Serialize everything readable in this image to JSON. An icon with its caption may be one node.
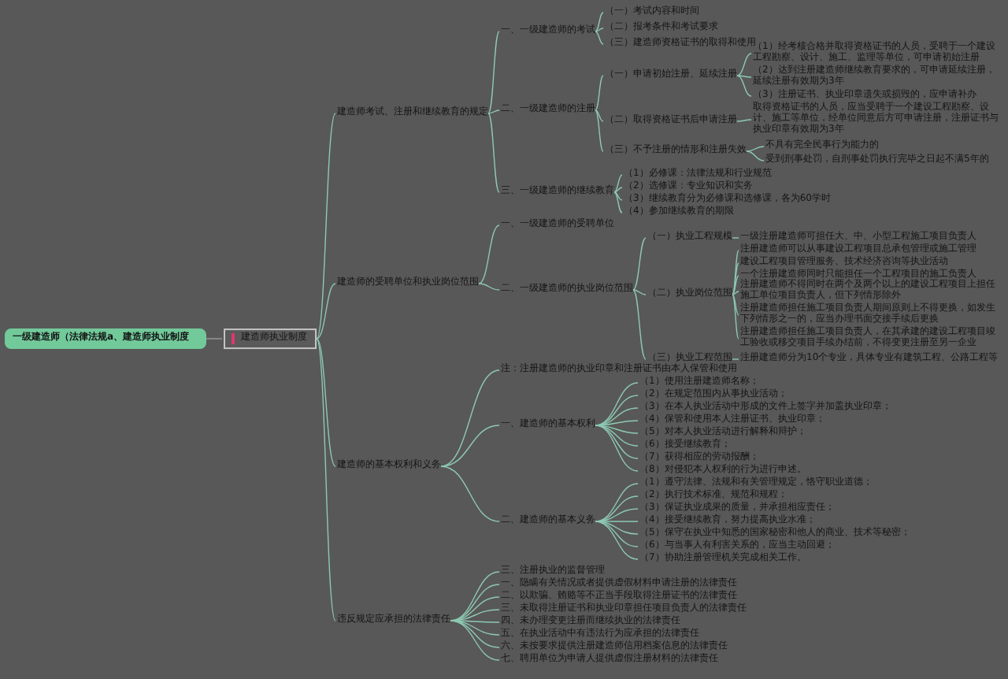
{
  "diagram": {
    "nodes": [
      {
        "text": [
          "一级建造师（法律法规a、建造师执业制度"
        ]
      },
      {
        "text": [
          "建造师执业制度"
        ]
      },
      {
        "text": [
          "建造师考试、注册和继续教育的规定"
        ]
      },
      {
        "text": [
          "一、一级建造师的考试"
        ]
      },
      {
        "text": [
          "（一）考试内容和时间"
        ]
      },
      {
        "text": [
          "（二）报考条件和考试要求"
        ]
      },
      {
        "text": [
          "（三）建造师资格证书的取得和使用"
        ]
      },
      {
        "text": [
          "二、一级建造师的注册"
        ]
      },
      {
        "text": [
          "（一）申请初始注册、延续注册"
        ]
      },
      {
        "text": [
          "（1）经考核合格并取得资格证书的人员，受聘于一个建设工程勘察、设计、施工、监理等单位，可申请初始注册"
        ]
      },
      {
        "text": [
          "（2）达到注册建造师继续教育要求的，可申请延续注册，延续注册有效期为3年"
        ]
      },
      {
        "text": [
          "（3）注册证书、执业印章遗失或损毁的，应申请补办"
        ]
      },
      {
        "text": [
          "（二）取得资格证书后申请注册"
        ]
      },
      {
        "text": [
          "取得资格证书的人员，应当受聘于一个建设工程勘察、设计、施工等单位，经单位同意后方可申请注册，注册证书与执业印章有效期为3年"
        ]
      },
      {
        "text": [
          "（三）不予注册的情形和注册失效"
        ]
      },
      {
        "text": [
          "不具有完全民事行为能力的"
        ]
      },
      {
        "text": [
          "受到刑事处罚，自刑事处罚执行完毕之日起不满5年的"
        ]
      },
      {
        "text": [
          "三、一级建造师的继续教育"
        ]
      },
      {
        "text": [
          "（1）必修课：法律法规和行业规范"
        ]
      },
      {
        "text": [
          "（2）选修课：专业知识和实务"
        ]
      },
      {
        "text": [
          "（3）继续教育分为必修课和选修课，各为60学时"
        ]
      },
      {
        "text": [
          "（4）参加继续教育的期限"
        ]
      },
      {
        "text": [
          "建造师的受聘单位和执业岗位范围"
        ]
      },
      {
        "text": [
          "一、一级建造师的受聘单位"
        ]
      },
      {
        "text": [
          "二、一级建造师的执业岗位范围"
        ]
      },
      {
        "text": [
          "（一）执业工程规模"
        ]
      },
      {
        "text": [
          "一级注册建造师可担任大、中、小型工程施工项目负责人"
        ]
      },
      {
        "text": [
          "（二）执业岗位范围"
        ]
      },
      {
        "text": [
          "注册建造师可以从事建设工程项目总承包管理或施工管理"
        ]
      },
      {
        "text": [
          "建设工程项目管理服务、技术经济咨询等执业活动"
        ]
      },
      {
        "text": [
          "一个注册建造师同时只能担任一个工程项目的施工负责人"
        ]
      },
      {
        "text": [
          "注册建造师不得同时在两个及两个以上的建设工程项目上担任施工单位项目负责人，但下列情形除外"
        ]
      },
      {
        "text": [
          "注册建造师担任施工项目负责人期间原则上不得更换，如发生下列情形之一的，应当办理书面交接手续后更换"
        ]
      },
      {
        "text": [
          "注册建造师担任施工项目负责人，在其承建的建设工程项目竣工验收或移交项目手续办结前，不得变更注册至另一企业"
        ]
      },
      {
        "text": [
          "（三）执业工程范围"
        ]
      },
      {
        "text": [
          "注册建造师分为10个专业，具体专业有建筑工程、公路工程等"
        ]
      },
      {
        "text": [
          "建造师的基本权利和义务"
        ]
      },
      {
        "text": [
          "注：注册建造师的执业印章和注册证书由本人保管和使用"
        ]
      },
      {
        "text": [
          "一、建造师的基本权利"
        ]
      },
      {
        "text": [
          "（1）使用注册建造师名称；"
        ]
      },
      {
        "text": [
          "（2）在规定范围内从事执业活动；"
        ]
      },
      {
        "text": [
          "（3）在本人执业活动中形成的文件上签字并加盖执业印章；"
        ]
      },
      {
        "text": [
          "（4）保管和使用本人注册证书、执业印章；"
        ]
      },
      {
        "text": [
          "（5）对本人执业活动进行解释和辩护；"
        ]
      },
      {
        "text": [
          "（6）接受继续教育；"
        ]
      },
      {
        "text": [
          "（7）获得相应的劳动报酬；"
        ]
      },
      {
        "text": [
          "（8）对侵犯本人权利的行为进行申述。"
        ]
      },
      {
        "text": [
          "二、建造师的基本义务"
        ]
      },
      {
        "text": [
          "（1）遵守法律、法规和有关管理规定，恪守职业道德；"
        ]
      },
      {
        "text": [
          "（2）执行技术标准、规范和规程；"
        ]
      },
      {
        "text": [
          "（3）保证执业成果的质量，并承担相应责任；"
        ]
      },
      {
        "text": [
          "（4）接受继续教育，努力提高执业水准；"
        ]
      },
      {
        "text": [
          "（5）保守在执业中知悉的国家秘密和他人的商业、技术等秘密；"
        ]
      },
      {
        "text": [
          "（6）与当事人有利害关系的，应当主动回避；"
        ]
      },
      {
        "text": [
          "（7）协助注册管理机关完成相关工作。"
        ]
      },
      {
        "text": [
          "违反规定应承担的法律责任"
        ]
      },
      {
        "text": [
          "三、注册执业的监督管理"
        ]
      },
      {
        "text": [
          "一、隐瞒有关情况或者提供虚假材料申请注册的法律责任"
        ]
      },
      {
        "text": [
          "二、以欺骗、贿赂等不正当手段取得注册证书的法律责任"
        ]
      },
      {
        "text": [
          "三、未取得注册证书和执业印章担任项目负责人的法律责任"
        ]
      },
      {
        "text": [
          "四、未办理变更注册而继续执业的法律责任"
        ]
      },
      {
        "text": [
          "五、在执业活动中有违法行为应承担的法律责任"
        ]
      },
      {
        "text": [
          "六、未按要求提供注册建造师信用档案信息的法律责任"
        ]
      },
      {
        "text": [
          "七、聘用单位为申请人提供虚假注册材料的法律责任"
        ]
      }
    ],
    "edges": [
      {
        "from": 0,
        "to": 1,
        "arrow": "none"
      },
      {
        "from": 1,
        "to": 2,
        "arrow": "none"
      },
      {
        "from": 1,
        "to": 22,
        "arrow": "none"
      },
      {
        "from": 1,
        "to": 36,
        "arrow": "none"
      },
      {
        "from": 1,
        "to": 55,
        "arrow": "none"
      },
      {
        "from": 2,
        "to": 3,
        "arrow": "none"
      },
      {
        "from": 2,
        "to": 7,
        "arrow": "none"
      },
      {
        "from": 2,
        "to": 17,
        "arrow": "none"
      },
      {
        "from": 3,
        "to": 4,
        "arrow": "none"
      },
      {
        "from": 3,
        "to": 5,
        "arrow": "none"
      },
      {
        "from": 3,
        "to": 6,
        "arrow": "none"
      },
      {
        "from": 7,
        "to": 8,
        "arrow": "none"
      },
      {
        "from": 7,
        "to": 12,
        "arrow": "none"
      },
      {
        "from": 7,
        "to": 14,
        "arrow": "none"
      },
      {
        "from": 8,
        "to": 9,
        "arrow": "none"
      },
      {
        "from": 8,
        "to": 10,
        "arrow": "none"
      },
      {
        "from": 8,
        "to": 11,
        "arrow": "none"
      },
      {
        "from": 12,
        "to": 13,
        "arrow": "none"
      },
      {
        "from": 14,
        "to": 15,
        "arrow": "none"
      },
      {
        "from": 14,
        "to": 16,
        "arrow": "none"
      },
      {
        "from": 17,
        "to": 18,
        "arrow": "none"
      },
      {
        "from": 17,
        "to": 19,
        "arrow": "none"
      },
      {
        "from": 17,
        "to": 20,
        "arrow": "none"
      },
      {
        "from": 17,
        "to": 21,
        "arrow": "none"
      },
      {
        "from": 22,
        "to": 23,
        "arrow": "none"
      },
      {
        "from": 22,
        "to": 24,
        "arrow": "none"
      },
      {
        "from": 24,
        "to": 25,
        "arrow": "none"
      },
      {
        "from": 24,
        "to": 27,
        "arrow": "none"
      },
      {
        "from": 24,
        "to": 34,
        "arrow": "none"
      },
      {
        "from": 25,
        "to": 26,
        "arrow": "none"
      },
      {
        "from": 27,
        "to": 28,
        "arrow": "none"
      },
      {
        "from": 27,
        "to": 29,
        "arrow": "none"
      },
      {
        "from": 27,
        "to": 30,
        "arrow": "none"
      },
      {
        "from": 27,
        "to": 31,
        "arrow": "none"
      },
      {
        "from": 27,
        "to": 32,
        "arrow": "none"
      },
      {
        "from": 27,
        "to": 33,
        "arrow": "none"
      },
      {
        "from": 34,
        "to": 35,
        "arrow": "none"
      },
      {
        "from": 36,
        "to": 37,
        "arrow": "none"
      },
      {
        "from": 36,
        "to": 38,
        "arrow": "none"
      },
      {
        "from": 36,
        "to": 47,
        "arrow": "none"
      },
      {
        "from": 38,
        "to": 39,
        "arrow": "none"
      },
      {
        "from": 38,
        "to": 40,
        "arrow": "none"
      },
      {
        "from": 38,
        "to": 41,
        "arrow": "none"
      },
      {
        "from": 38,
        "to": 42,
        "arrow": "none"
      },
      {
        "from": 38,
        "to": 43,
        "arrow": "none"
      },
      {
        "from": 38,
        "to": 44,
        "arrow": "none"
      },
      {
        "from": 38,
        "to": 45,
        "arrow": "none"
      },
      {
        "from": 38,
        "to": 46,
        "arrow": "none"
      },
      {
        "from": 47,
        "to": 48,
        "arrow": "none"
      },
      {
        "from": 47,
        "to": 49,
        "arrow": "none"
      },
      {
        "from": 47,
        "to": 50,
        "arrow": "none"
      },
      {
        "from": 47,
        "to": 51,
        "arrow": "none"
      },
      {
        "from": 47,
        "to": 52,
        "arrow": "none"
      },
      {
        "from": 47,
        "to": 53,
        "arrow": "none"
      },
      {
        "from": 47,
        "to": 54,
        "arrow": "none"
      },
      {
        "from": 55,
        "to": 56,
        "arrow": "none"
      },
      {
        "from": 55,
        "to": 57,
        "arrow": "none"
      },
      {
        "from": 55,
        "to": 58,
        "arrow": "none"
      },
      {
        "from": 55,
        "to": 59,
        "arrow": "none"
      },
      {
        "from": 55,
        "to": 60,
        "arrow": "none"
      },
      {
        "from": 55,
        "to": 61,
        "arrow": "none"
      },
      {
        "from": 55,
        "to": 62,
        "arrow": "none"
      },
      {
        "from": 55,
        "to": 63,
        "arrow": "none"
      }
    ]
  }
}
